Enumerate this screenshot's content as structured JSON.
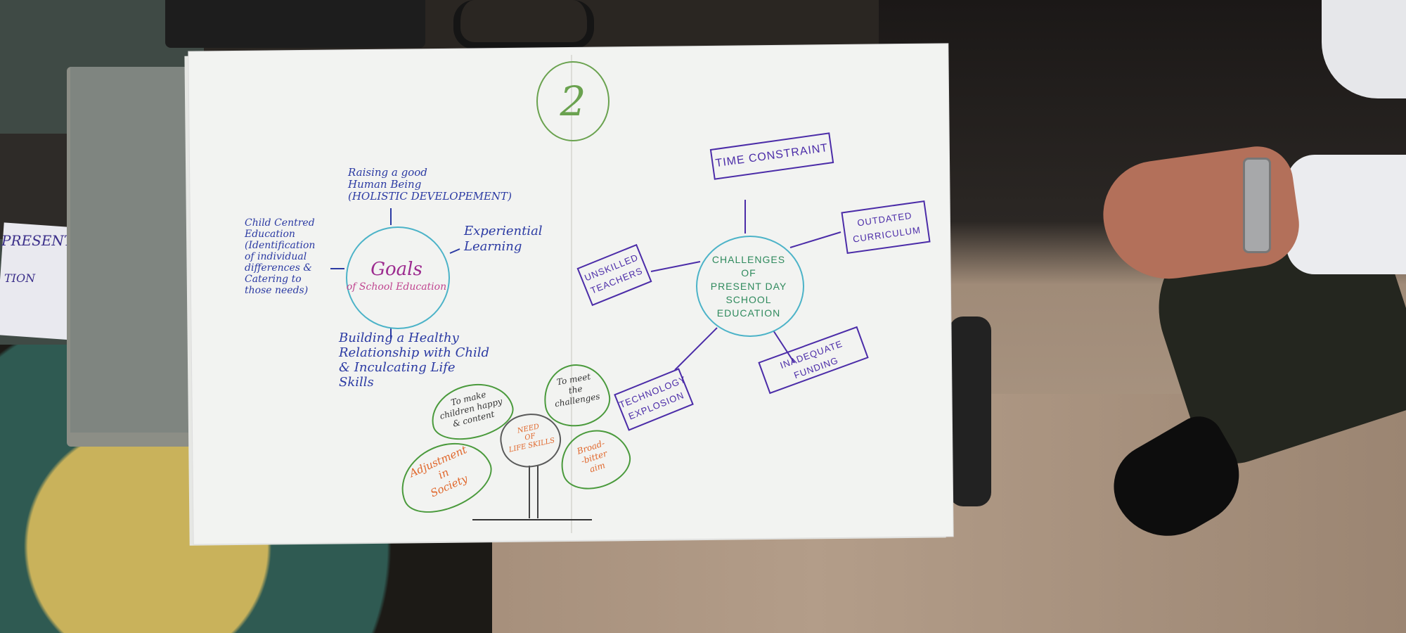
{
  "sticky_note": {
    "line1": "PRESENT",
    "line2": "TION"
  },
  "chart": {
    "page_number": "2",
    "goals": {
      "title": "Goals",
      "subtitle": "of School Education",
      "top": [
        "Raising a good",
        "Human Being",
        "(HOLISTIC DEVELOPEMENT)"
      ],
      "right": [
        "Experiential",
        "Learning"
      ],
      "left": [
        "Child Centred",
        "Education",
        "(Identification",
        "of individual",
        "differences &",
        "Catering to",
        "those needs)"
      ],
      "bottom": [
        "Building a Healthy",
        "Relationship with Child",
        "& Inculcating Life Skills"
      ]
    },
    "challenges": {
      "center": [
        "CHALLENGES",
        "OF",
        "PRESENT DAY",
        "SCHOOL",
        "EDUCATION"
      ],
      "time": "TIME CONSTRAINT",
      "outdated": [
        "OUTDATED",
        "CURRICULUM"
      ],
      "unskilled": [
        "UNSKILLED",
        "TEACHERS"
      ],
      "inadequate": [
        "INADEQUATE",
        "FUNDING"
      ],
      "technology": [
        "TECHNOLOGY",
        "EXPLOSION"
      ]
    },
    "tree": {
      "center": [
        "NEED",
        "OF",
        "LIFE SKILLS"
      ],
      "leaf_happy": [
        "To make",
        "children happy",
        "& content"
      ],
      "leaf_challenges": [
        "To meet",
        "the",
        "challenges"
      ],
      "leaf_society": [
        "Adjustment",
        "in",
        "Society"
      ],
      "leaf_aim": [
        "Broad-",
        "-bitter",
        "aim"
      ]
    }
  },
  "colors": {
    "paper": "#f2f3f1",
    "goals_circle": "#4cb3c8",
    "box_ink": "#4b2ca8",
    "leaf_ink": "#4a9a3c"
  }
}
